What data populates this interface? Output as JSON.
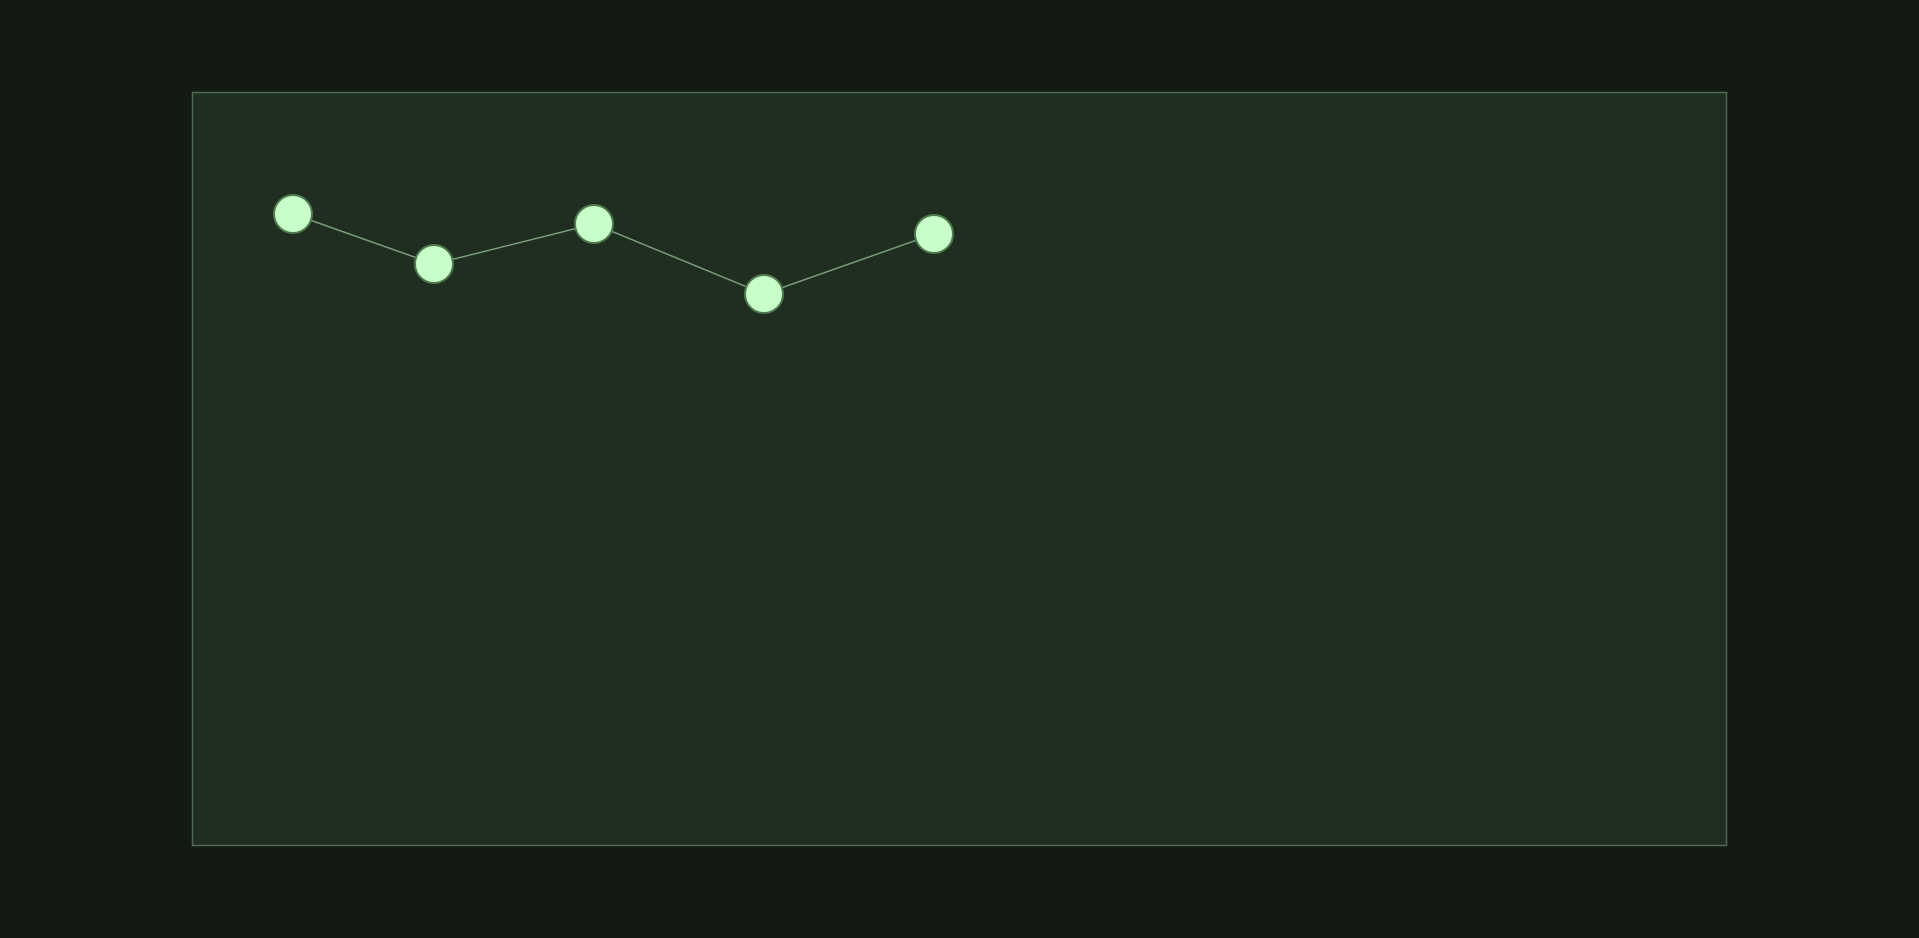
{
  "colors": {
    "page_background": "#131a13",
    "canvas_background": "#1f2e20",
    "canvas_border": "#4e6a4e",
    "node_fill": "#c8ffc8",
    "node_stroke": "#4e7a4e",
    "edge_stroke": "#7a9a7a"
  },
  "nodes": [
    {
      "id": "node-1",
      "icon": "circle-node"
    },
    {
      "id": "node-2",
      "icon": "circle-node"
    },
    {
      "id": "node-3",
      "icon": "circle-node"
    },
    {
      "id": "node-4",
      "icon": "circle-node"
    },
    {
      "id": "node-5",
      "icon": "circle-node"
    }
  ],
  "edges": [
    {
      "from": "node-1",
      "to": "node-2"
    },
    {
      "from": "node-2",
      "to": "node-3"
    },
    {
      "from": "node-3",
      "to": "node-4"
    },
    {
      "from": "node-4",
      "to": "node-5"
    }
  ]
}
